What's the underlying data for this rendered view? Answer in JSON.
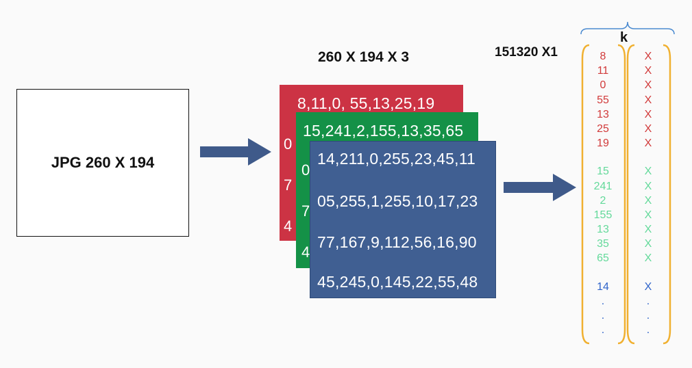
{
  "input_box": {
    "label": "JPG 260 X 194"
  },
  "tensor_dims": "260 X 194 X 3",
  "vector_label": "151320 X1",
  "k_label": "k",
  "layers": {
    "red": {
      "rows": [
        "8,11,0, 55,13,25,19"
      ],
      "peek": [
        "0",
        "7",
        "4"
      ]
    },
    "green": {
      "rows": [
        "15,241,2,155,13,35,65"
      ],
      "peek": [
        "0",
        "7",
        "4"
      ]
    },
    "blue": {
      "rows": [
        "14,211,0,255,23,45,11",
        "05,255,1,255,10,17,23",
        "77,167,9,112,56,16,90",
        "45,245,0,145,22,55,48"
      ]
    }
  },
  "vector": {
    "red": [
      "8",
      "11",
      "0",
      "55",
      "13",
      "25",
      "19"
    ],
    "green": [
      "15",
      "241",
      "2",
      "155",
      "13",
      "35",
      "65"
    ],
    "blue": [
      "14"
    ],
    "dots": [
      ".",
      ".",
      "."
    ]
  },
  "x_column": {
    "red": [
      "X",
      "X",
      "X",
      "X",
      "X",
      "X",
      "X"
    ],
    "green": [
      "X",
      "X",
      "X",
      "X",
      "X",
      "X",
      "X"
    ],
    "blue": [
      "X"
    ],
    "dots": [
      ".",
      ".",
      "."
    ]
  },
  "colors": {
    "red": "#cc3344",
    "green": "#149147",
    "blue": "#405f92",
    "arrow": "#3f5a8a",
    "bracket": "#f0b030",
    "brace": "#4a8ad0"
  }
}
